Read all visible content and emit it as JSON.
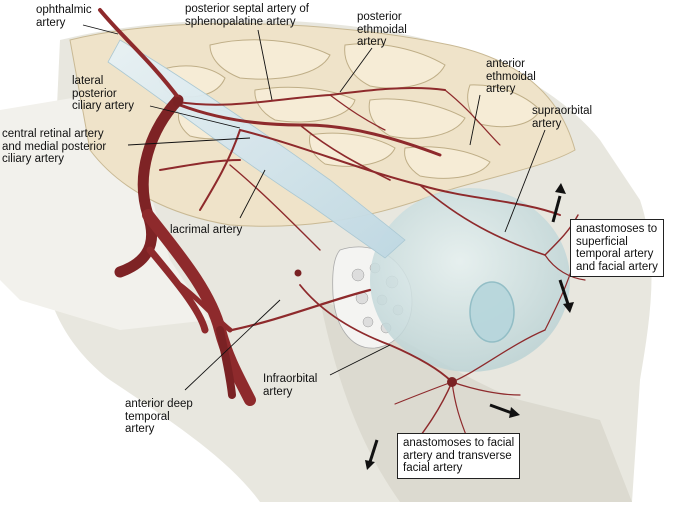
{
  "labels": {
    "ophthalmic": "ophthalmic\nartery",
    "posterior_septal": "posterior septal artery of\nsphenopalatine artery",
    "posterior_ethmoidal": "posterior\nethmoidal\nartery",
    "anterior_ethmoidal": "anterior\nethmoidal\nartery",
    "supraorbital": "supraorbital\nartery",
    "lateral_posterior_ciliary": "lateral\nposterior\nciliary artery",
    "central_retinal": "central retinal artery\nand medial posterior\nciliary artery",
    "lacrimal": "lacrimal artery",
    "anastomoses_superficial": "anastomoses to\nsuperficial\ntemporal artery\nand facial artery",
    "infraorbital": "Infraorbital\nartery",
    "anterior_deep_temporal": "anterior deep\ntemporal\nartery",
    "anastomoses_facial": "anastomoses to facial\nartery and transverse\nfacial artery"
  },
  "colors": {
    "artery": "#8e2a2c",
    "artery_dark": "#6e1e20",
    "bone": "#ece0c6",
    "skin": "#e6e5dc",
    "eye": "#d2e4e5",
    "nerve": "#cfe2ea"
  }
}
